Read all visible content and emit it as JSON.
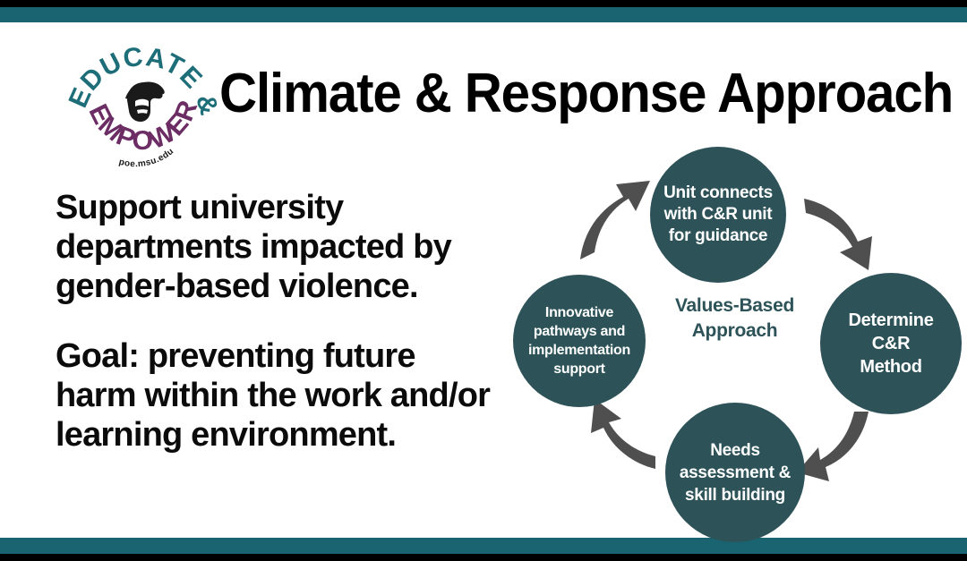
{
  "frame": {
    "accent_teal": "#196470",
    "accent_black": "#000000",
    "node_teal": "#2d5359",
    "arrow_gray": "#4f4f4f",
    "logo_teal": "#1d6e78",
    "logo_purple": "#6b2d63"
  },
  "logo": {
    "top_word": "EDUCATE",
    "ampersand": "&",
    "bottom_word": "EMPOWER",
    "url": "poe.msu.edu",
    "emblem": "spartan-helmet"
  },
  "header": {
    "title": "Climate & Response Approach"
  },
  "main": {
    "paragraphs": [
      "Support university departments impacted by gender-based violence.",
      "Goal: preventing future harm within the work and/or learning environment."
    ]
  },
  "diagram": {
    "center_label": "Values-Based\nApproach",
    "nodes": [
      {
        "id": "unit-connects",
        "label": "Unit connects\nwith C&R unit\nfor guidance"
      },
      {
        "id": "determine-method",
        "label": "Determine\nC&R\nMethod"
      },
      {
        "id": "needs-assessment",
        "label": "Needs\nassessment  &\nskill building"
      },
      {
        "id": "innovative-pathways",
        "label": "Innovative\npathways and\nimplementation\nsupport"
      }
    ],
    "arrows": [
      {
        "id": "arrow-left-to-top",
        "direction": "up-right"
      },
      {
        "id": "arrow-top-to-right",
        "direction": "down-right"
      },
      {
        "id": "arrow-right-to-bottom",
        "direction": "down-left"
      },
      {
        "id": "arrow-bottom-to-left",
        "direction": "up-left"
      }
    ]
  }
}
